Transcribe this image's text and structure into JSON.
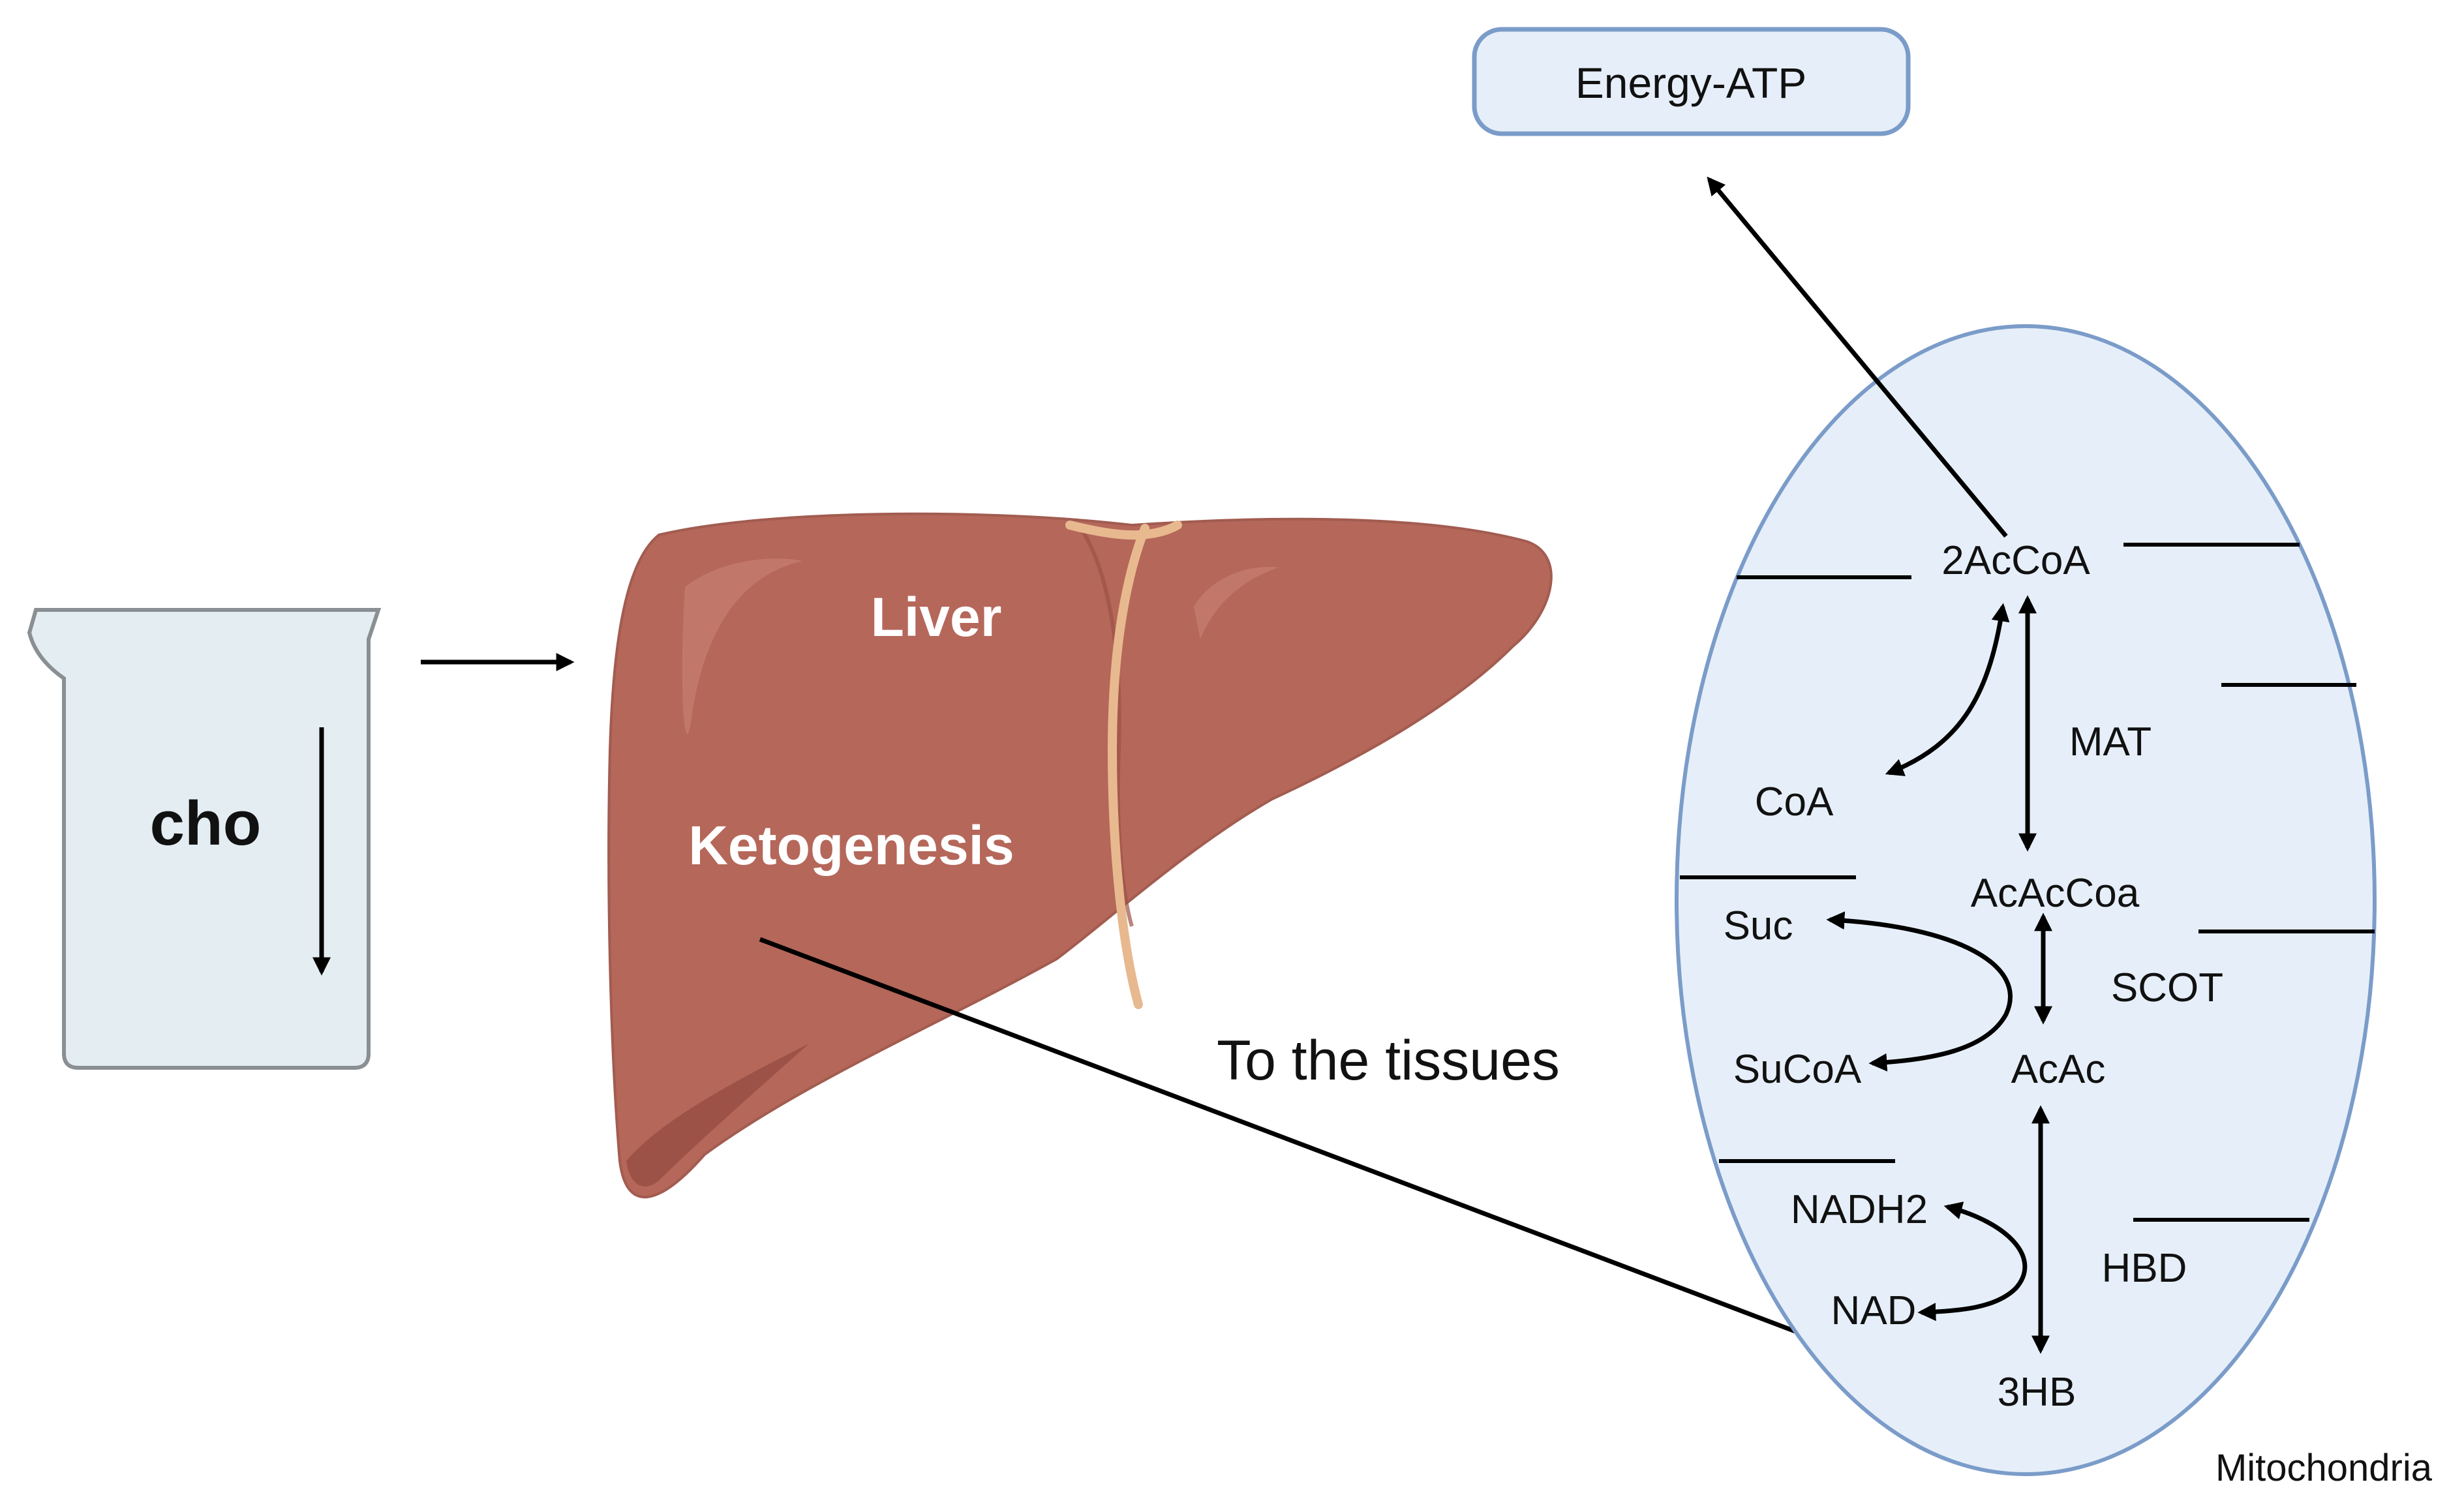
{
  "energy_box": {
    "label": "Energy-ATP"
  },
  "beaker": {
    "label": "cho"
  },
  "liver": {
    "title": "Liver",
    "process": "Ketogenesis"
  },
  "transport": {
    "label": "To the tissues"
  },
  "mitochondria": {
    "label": "Mitochondria",
    "metabolites": {
      "acetyl_coa": "2AcCoA",
      "coa": "CoA",
      "acetoacetyl_coa": "AcAcCoa",
      "succinate": "Suc",
      "succinyl_coa": "SuCoA",
      "acetoacetate": "AcAc",
      "nadh2": "NADH2",
      "nad": "NAD",
      "hydroxybutyrate": "3HB"
    },
    "enzymes": {
      "mat": "MAT",
      "scot": "SCOT",
      "hbd": "HBD"
    }
  },
  "colors": {
    "liver": "#b5675a",
    "liver_dark": "#9c5246",
    "liver_vessel": "#e8b98f",
    "beaker_fill": "#e4eef2",
    "mito_fill": "#e6eff9",
    "mito_stroke": "#7b9cc9",
    "box_fill": "#e6eff9",
    "box_stroke": "#7b9cc9"
  }
}
